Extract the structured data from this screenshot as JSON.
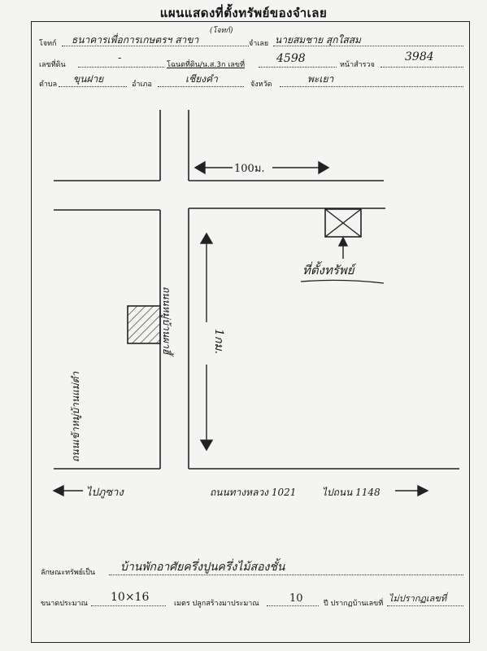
{
  "title": "แผนแสดงที่ตั้งทรัพย์ของจำเลย",
  "form": {
    "plaintiff_label": "โจทก์",
    "plaintiff_value": "ธนาคารเพื่อการเกษตรฯ สาขา",
    "plaintiff_note": "(โจทก์)",
    "defendant_label": "จำเลย",
    "defendant_value": "นายสมชาย สุกใสสม",
    "parcel_label": "เลขที่ดิน",
    "parcel_value": "-",
    "deed_label": "โฉนดที่ดิน/น.ส.3ก เลขที่",
    "deed_value": "4598",
    "survey_label": "หน้าสำรวจ",
    "survey_value": "3984",
    "subdistrict_label": "ตำบล",
    "subdistrict_value": "ขุนฝาย",
    "district_label": "อำเภอ",
    "district_value": "เชียงคำ",
    "province_label": "จังหวัด",
    "province_value": "พะเยา"
  },
  "map": {
    "dist_100m": "100ม.",
    "dist_1km": "1กม.",
    "property_label": "ที่ตั้งทรัพย์",
    "left_vertical_text": "ถนนเข้าหมู่บ้านแม่ตำ",
    "mid_vertical_text": "ถนนหมู่บ้านผาฮี้",
    "road_left": "ไปภูซาง",
    "road_main": "ถนนทางหลวง 1021",
    "road_right": "ไปถนน 1148"
  },
  "footer": {
    "type_label": "ลักษณะทรัพย์เป็น",
    "type_value": "บ้านพักอาศัยครึ่งปูนครึ่งไม้สองชั้น",
    "size_label": "ขนาดประมาณ",
    "size_value": "10×16",
    "built_label": "เมตร ปลูกสร้างมาประมาณ",
    "built_value": "10",
    "house_no_label": "ปี ปรากฏบ้านเลขที่",
    "house_no_value": "ไม่ปรากฏเลขที่"
  }
}
